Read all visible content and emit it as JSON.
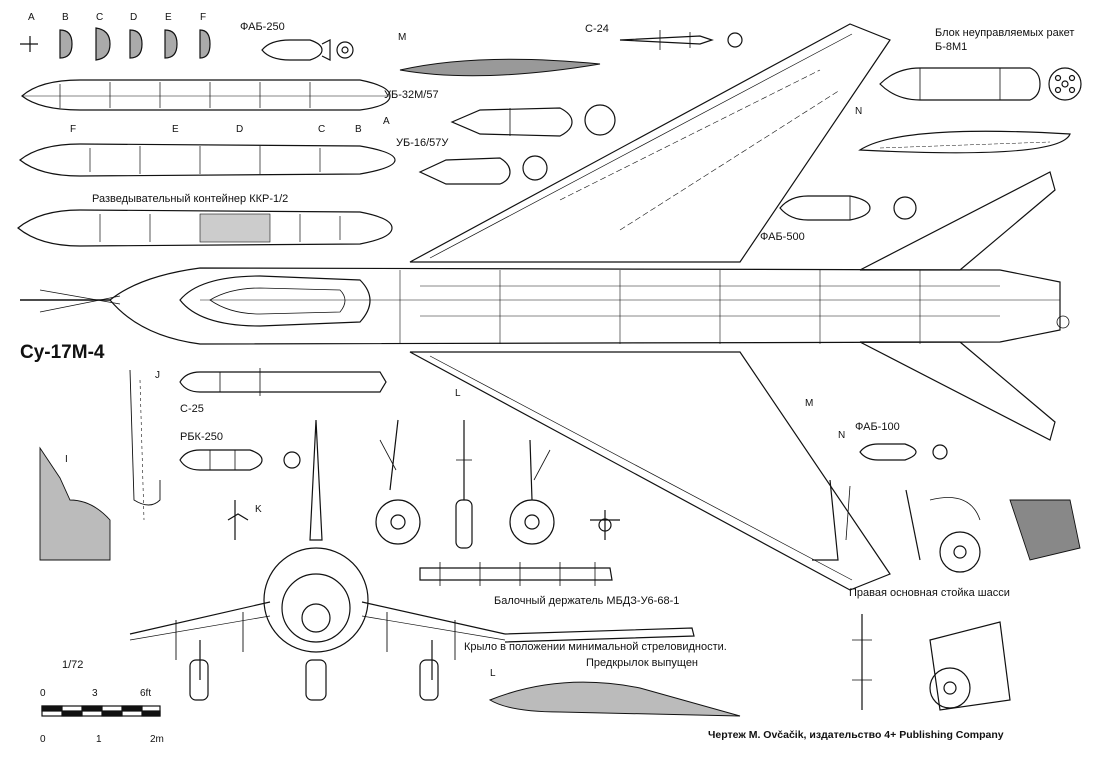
{
  "title": "Су-17М-4",
  "scale": "1/72",
  "scale_bar": {
    "feet": [
      "0",
      "3",
      "6ft"
    ],
    "meters": [
      "0",
      "1",
      "2m"
    ]
  },
  "section_letters": [
    "A",
    "B",
    "C",
    "D",
    "E",
    "F"
  ],
  "view_letters": {
    "I": "I",
    "J": "J",
    "K": "K",
    "L": "L",
    "M": "M",
    "N": "N"
  },
  "labels": {
    "fab250": "ФАБ-250",
    "c24": "С-24",
    "b8m1_line1": "Блок   неуправляемых ракет",
    "b8m1_line2": "Б-8М1",
    "ub32": "УБ-32М/57",
    "ub16": "УБ-16/57У",
    "kkr": "Разведывательный контейнер ККР-1/2",
    "fab500": "ФАБ-500",
    "c25": "С-25",
    "rbk250": "РБК-250",
    "fab100": "ФАБ-100",
    "mbd": "Балочный держатель  МБДЗ-У6-68-1",
    "wing_line1": "Крыло в положении минимальной стреловидности.",
    "wing_line2": "Предкрылок выпущен",
    "gear": "Правая основная стойка шасси",
    "credit": "Чертеж  M. Ovčačik, издательство 4+ Publishing Company"
  },
  "colors": {
    "ink": "#111111",
    "paper": "#ffffff"
  }
}
